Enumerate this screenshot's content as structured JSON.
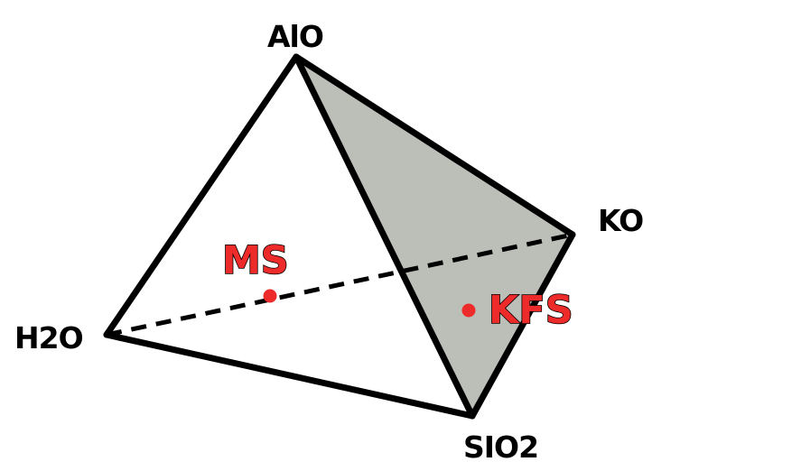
{
  "colors": {
    "edge": "#000000",
    "shaded_face": "#bcbeb8",
    "phase_point": "#ee2b2b",
    "vertex_text": "#000000"
  },
  "vertices": {
    "top": "AlO",
    "left": "H2O",
    "right": "KO",
    "bottom": "SIO2"
  },
  "phases": [
    {
      "label": "MS"
    },
    {
      "label": "KFS"
    }
  ],
  "shaded_face": "AlO–KO–SIO2",
  "hidden_edge": "H2O–KO (dashed)"
}
